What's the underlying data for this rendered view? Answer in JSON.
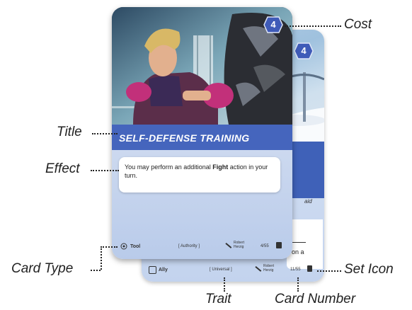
{
  "labels": {
    "cost": "Cost",
    "title": "Title",
    "effect": "Effect",
    "card_type": "Card Type",
    "set_icon": "Set Icon",
    "trait": "Trait",
    "card_number": "Card Number"
  },
  "front_card": {
    "cost": "4",
    "title": "SELF-DEFENSE TRAINING",
    "effect_prefix": "You may perform an additional ",
    "effect_bold": "Fight",
    "effect_suffix": " action in your turn.",
    "type": "Tool",
    "trait": "[ Authority ]",
    "artist": "Robert Herzig",
    "number": "4/55"
  },
  "back_card": {
    "cost": "4",
    "flavor_fragment": "aid",
    "box_fragment": "on a",
    "type": "Ally",
    "trait": "[ Universal ]",
    "artist": "Robert Herzig",
    "number": "11/55"
  },
  "colors": {
    "title_band": "#4565bd",
    "cost_badge": "#3f5bb8",
    "card_body": "#cfdbf0"
  }
}
